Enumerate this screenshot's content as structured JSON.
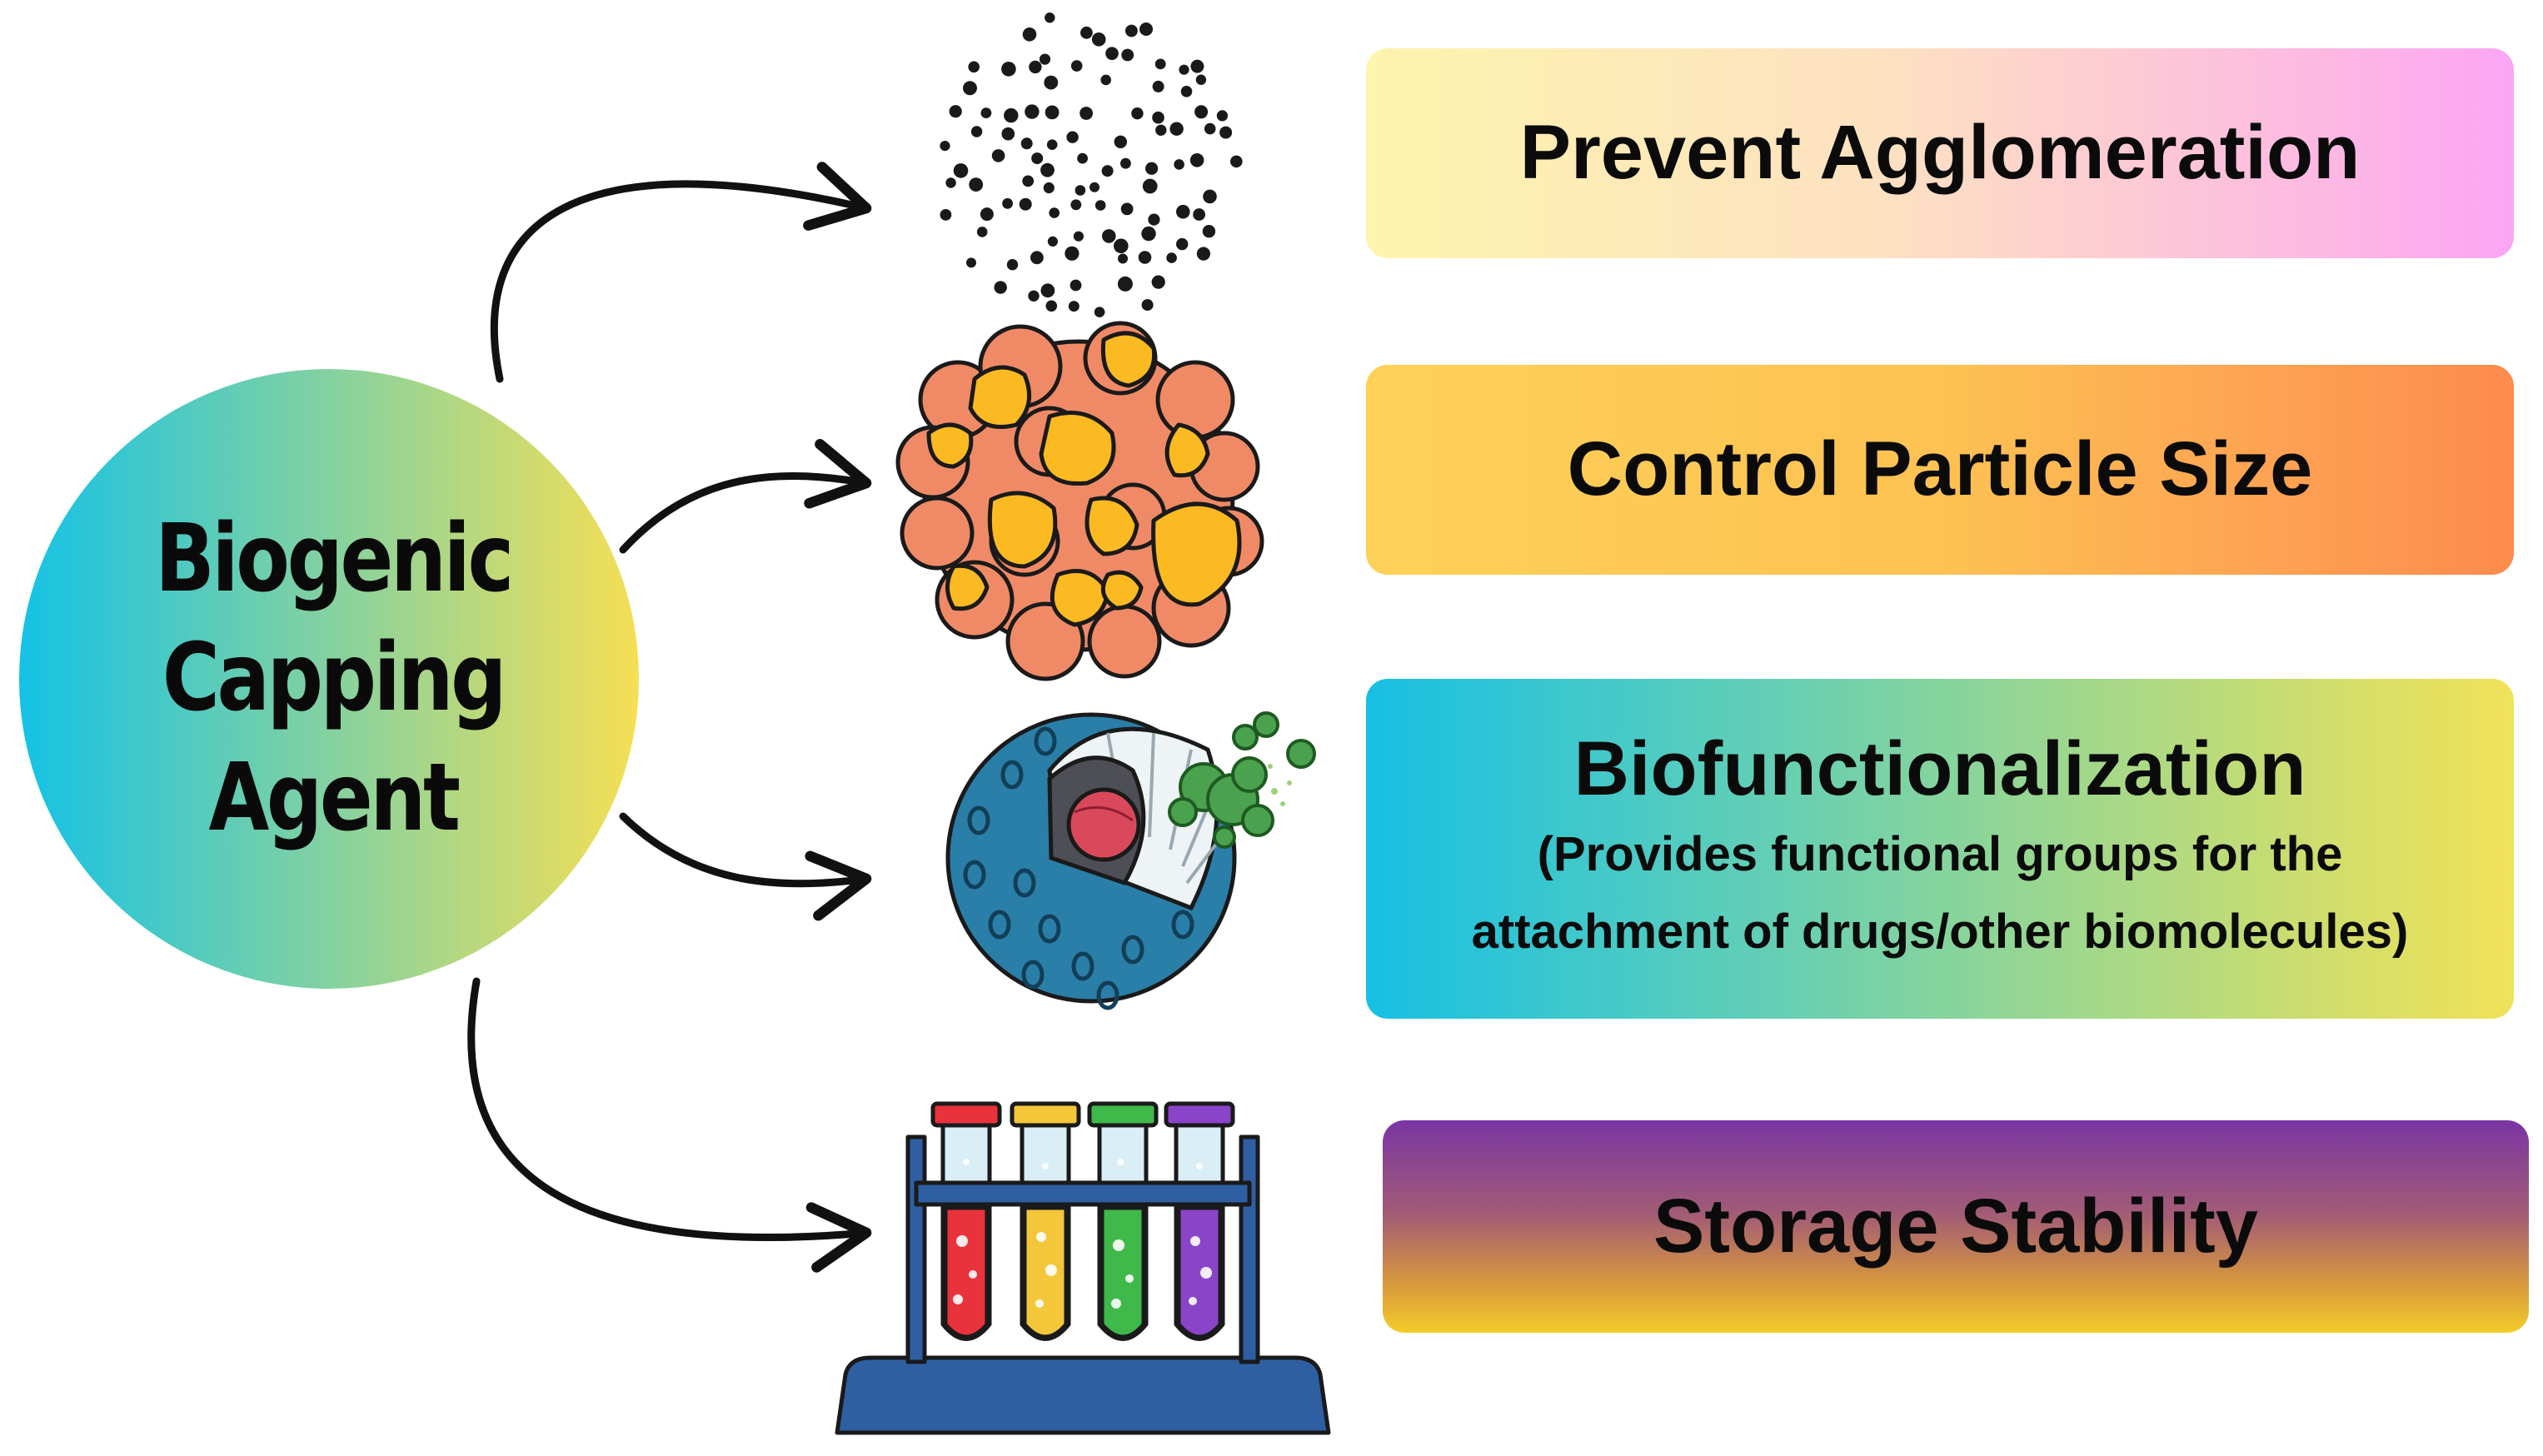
{
  "center": {
    "line1": "Biogenic",
    "line2": "Capping Agent",
    "gradient": [
      "#14c2e6",
      "#f6df54"
    ]
  },
  "boxes": [
    {
      "label": "Prevent Agglomeration"
    },
    {
      "label": "Control Particle Size"
    },
    {
      "label": "Biofunctionalization",
      "sub_line1": "(Provides functional groups for the",
      "sub_line2": "attachment of drugs/other biomolecules)"
    },
    {
      "label": "Storage Stability"
    }
  ],
  "illustrations": [
    "dispersed-nanoparticles-icon",
    "agglomerated-particles-icon",
    "functionalized-nanoparticle-icon",
    "test-tube-rack-icon"
  ],
  "colors": {
    "tube_red": "#e8323c",
    "tube_yellow": "#f4c63a",
    "tube_green": "#3fb94a",
    "tube_purple": "#8a44c9",
    "rack_blue": "#2f5fa3",
    "particle_orange": "#f08a66",
    "particle_yellow": "#fbba22",
    "cell_blue": "#2a7fa8",
    "core_red": "#d9495b"
  }
}
